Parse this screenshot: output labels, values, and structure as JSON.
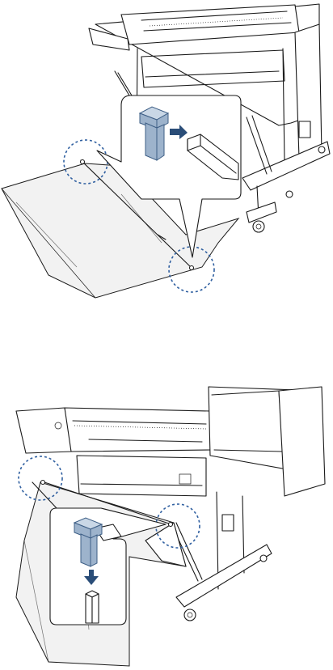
{
  "colors": {
    "highlight_circle": "#2f5fa0",
    "part_fill": "#9db3cc",
    "part_outline": "#3e5f86",
    "arrow": "#2a4d78",
    "line_art": "#1a1a1a"
  },
  "figures": [
    {
      "id": "step-1",
      "icons": [
        "printer-rear-view",
        "paper-basket",
        "basket-rod",
        "magnifier-callout",
        "arrow-right-icon"
      ]
    },
    {
      "id": "step-2",
      "icons": [
        "printer-front-view",
        "paper-basket",
        "basket-rod",
        "magnifier-callout",
        "arrow-down-icon"
      ]
    }
  ]
}
